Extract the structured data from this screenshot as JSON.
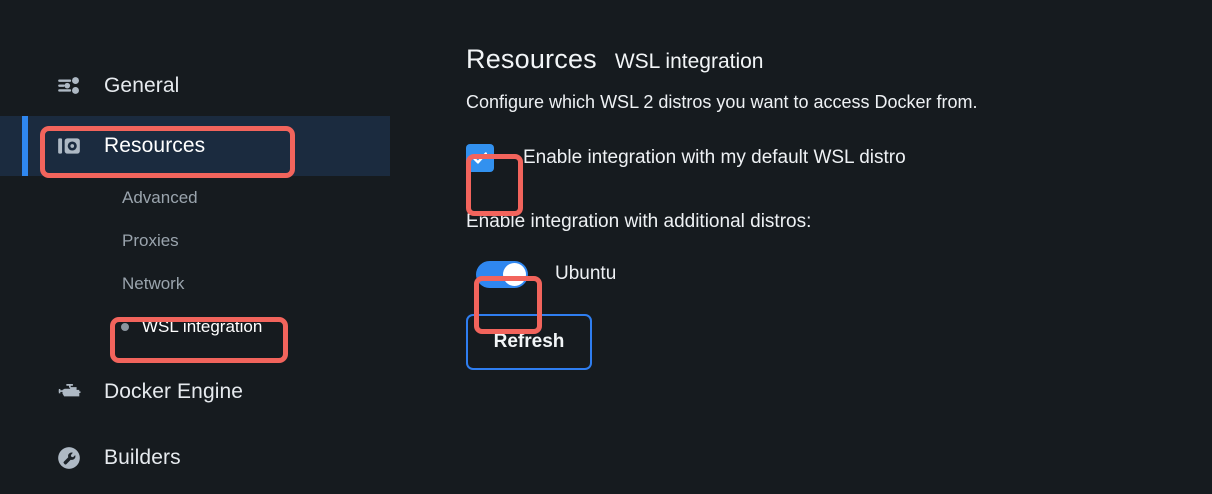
{
  "sidebar": {
    "items": [
      {
        "label": "General",
        "icon": "sliders-icon",
        "active": false
      },
      {
        "label": "Resources",
        "icon": "resources-icon",
        "active": true
      },
      {
        "label": "Docker Engine",
        "icon": "docker-engine-icon",
        "active": false
      },
      {
        "label": "Builders",
        "icon": "wrench-icon",
        "active": false
      }
    ],
    "sub_items": [
      {
        "label": "Advanced",
        "active": false
      },
      {
        "label": "Proxies",
        "active": false
      },
      {
        "label": "Network",
        "active": false
      },
      {
        "label": "WSL integration",
        "active": true
      }
    ]
  },
  "main": {
    "title": "Resources",
    "subtitle": "WSL integration",
    "description": "Configure which WSL 2 distros you want to access Docker from.",
    "default_distro_checkbox": {
      "label": "Enable integration with my default WSL distro",
      "checked": true
    },
    "additional_distros_label": "Enable integration with additional distros:",
    "distros": [
      {
        "name": "Ubuntu",
        "enabled": true
      }
    ],
    "refresh_label": "Refresh"
  },
  "colors": {
    "background": "#161b1f",
    "active_nav_background": "#1b2b3f",
    "accent_blue": "#2f87f0",
    "annotation_red": "#f2645c",
    "text_primary": "#eef1f4",
    "text_muted": "#9aa4ad"
  }
}
